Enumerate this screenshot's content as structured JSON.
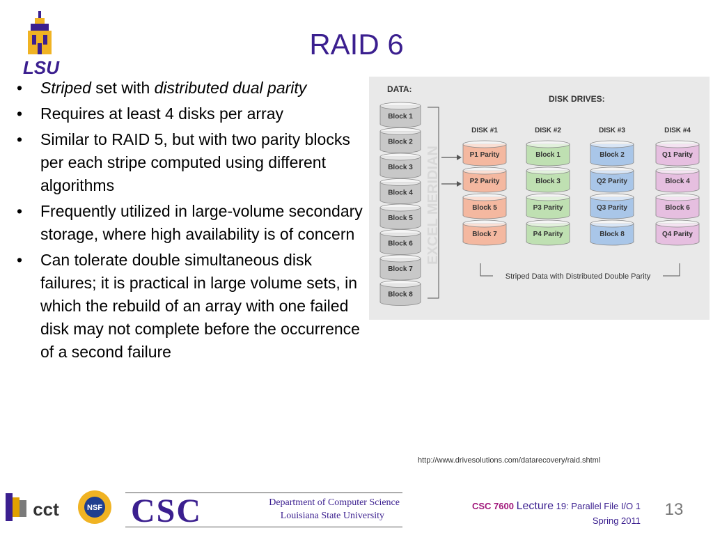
{
  "slide": {
    "title": "RAID 6",
    "bullets": [
      {
        "parts": [
          {
            "text": "Striped",
            "italic": true
          },
          {
            "text": " set with ",
            "italic": false
          },
          {
            "text": "distributed dual parity",
            "italic": true
          }
        ]
      },
      {
        "parts": [
          {
            "text": "Requires at least 4 disks per array",
            "italic": false
          }
        ]
      },
      {
        "parts": [
          {
            "text": "Similar to RAID 5, but with two parity blocks per each stripe computed using different algorithms",
            "italic": false
          }
        ]
      },
      {
        "parts": [
          {
            "text": "Frequently utilized in large-volume secondary storage, where high availability is of concern",
            "italic": false
          }
        ]
      },
      {
        "parts": [
          {
            "text": "Can tolerate double simultaneous disk failures; it is practical in large volume sets, in which the rebuild of an array with one failed disk may not complete before the occurrence of a second failure",
            "italic": false
          }
        ]
      }
    ],
    "source_url": "http://www.drivesolutions.com/datarecovery/raid.shtml"
  },
  "diagram": {
    "data_label": "DATA:",
    "disk_drives_label": "DISK DRIVES:",
    "watermark": "EXCEL MERIDIAN",
    "caption": "Striped Data with Distributed Double Parity",
    "data_blocks": [
      "Block 1",
      "Block 2",
      "Block 3",
      "Block 4",
      "Block 5",
      "Block 6",
      "Block 7",
      "Block 8"
    ],
    "disks": [
      {
        "name": "DISK #1",
        "color": "#f4b8a0",
        "cells": [
          "P1 Parity",
          "P2 Parity",
          "Block 5",
          "Block 7"
        ]
      },
      {
        "name": "DISK #2",
        "color": "#bfe0b2",
        "cells": [
          "Block 1",
          "Block 3",
          "P3 Parity",
          "P4 Parity"
        ]
      },
      {
        "name": "DISK #3",
        "color": "#a9c6e8",
        "cells": [
          "Block 2",
          "Q2 Parity",
          "Q3 Parity",
          "Block 8"
        ]
      },
      {
        "name": "DISK #4",
        "color": "#e6bfe0",
        "cells": [
          "Q1 Parity",
          "Block 4",
          "Block 6",
          "Q4 Parity"
        ]
      }
    ],
    "data_color": "#c8c8c8"
  },
  "footer": {
    "lsu_text": "LSU",
    "cct_text": "cct",
    "nsf_text": "NSF",
    "csc_text": "CSC",
    "dept_line1": "Department of Computer Science",
    "dept_line2": "Louisiana State University",
    "course_code": "CSC 7600",
    "course_word": "Lecture",
    "course_rest": "19: Parallel File I/O 1",
    "term": "Spring 2011",
    "page_number": "13"
  },
  "colors": {
    "title": "#3b1f8f",
    "lsu_gold": "#f0b323",
    "lsu_purple": "#3b1f8f",
    "course_code": "#a1187b"
  }
}
